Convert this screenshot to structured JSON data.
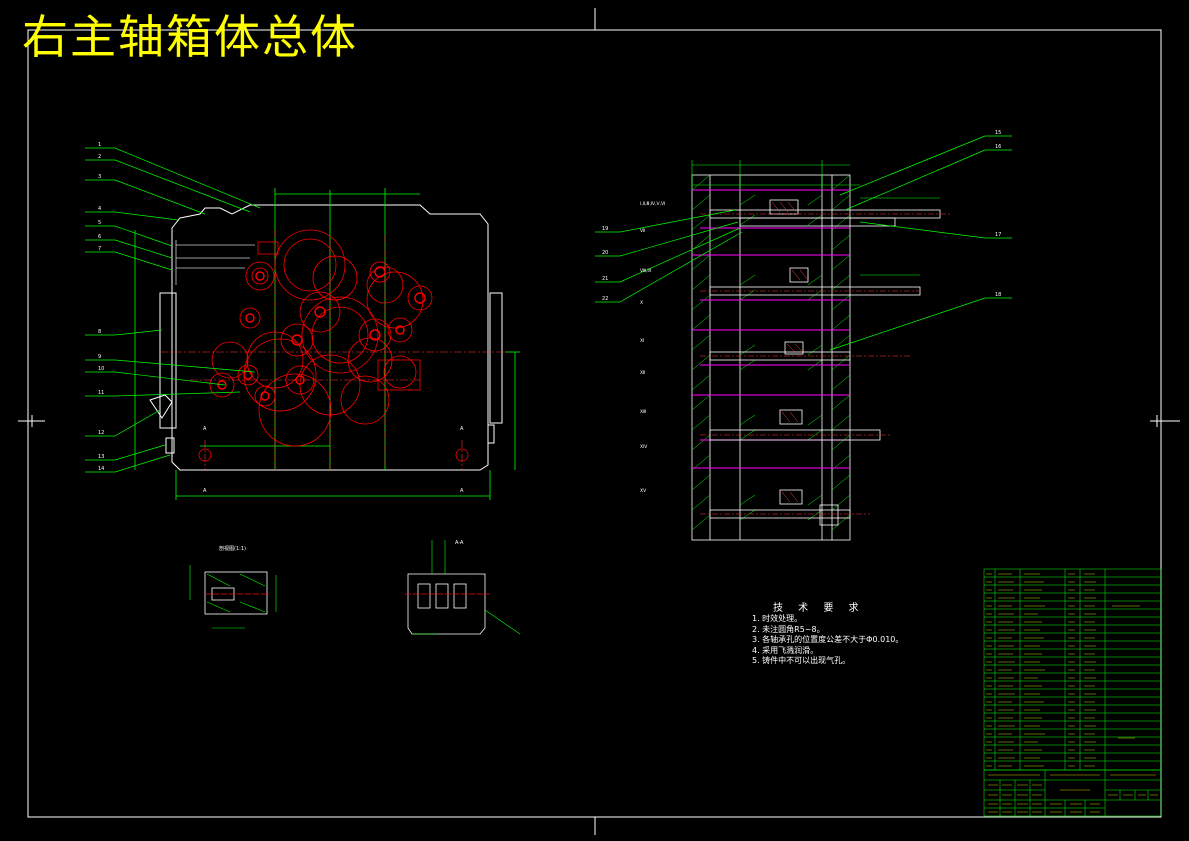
{
  "drawing": {
    "title": "右主轴箱体总体",
    "technical_requirements": {
      "heading": "技 术 要 求",
      "items": [
        "1. 时效处理。",
        "2. 未注圆角R5~8。",
        "3. 各轴承孔的位置度公差不大于Φ0.010。",
        "4. 采用飞溅润滑。",
        "5. 铸件中不可以出现气孔。"
      ]
    },
    "left_view_callouts": [
      "1",
      "2",
      "3",
      "4",
      "5",
      "6",
      "7",
      "8",
      "9",
      "10",
      "11",
      "12",
      "13",
      "14"
    ],
    "right_view_callouts": [
      "15",
      "16",
      "17",
      "18",
      "19",
      "20",
      "21",
      "22"
    ],
    "shaft_labels": [
      "Ⅰ,Ⅱ,Ⅲ,Ⅳ,Ⅴ,Ⅵ",
      "Ⅶ",
      "Ⅷ,Ⅸ",
      "Ⅹ",
      "Ⅺ",
      "Ⅻ",
      "ⅩⅢ",
      "ⅩⅣ",
      "ⅩⅤ"
    ],
    "section_labels": [
      "A",
      "A",
      "A",
      "A"
    ],
    "section_a_title": "A-A",
    "section_left_title": "剖视图(1:1)",
    "colors": {
      "background": "#000000",
      "border": "#ffffff",
      "outline": "#ffffff",
      "dimension": "#00ff00",
      "gear": "#ff0000",
      "centerline": "#ff3333",
      "magenta": "#ff00ff",
      "title": "#ffff00",
      "leader": "#00ff00"
    }
  }
}
